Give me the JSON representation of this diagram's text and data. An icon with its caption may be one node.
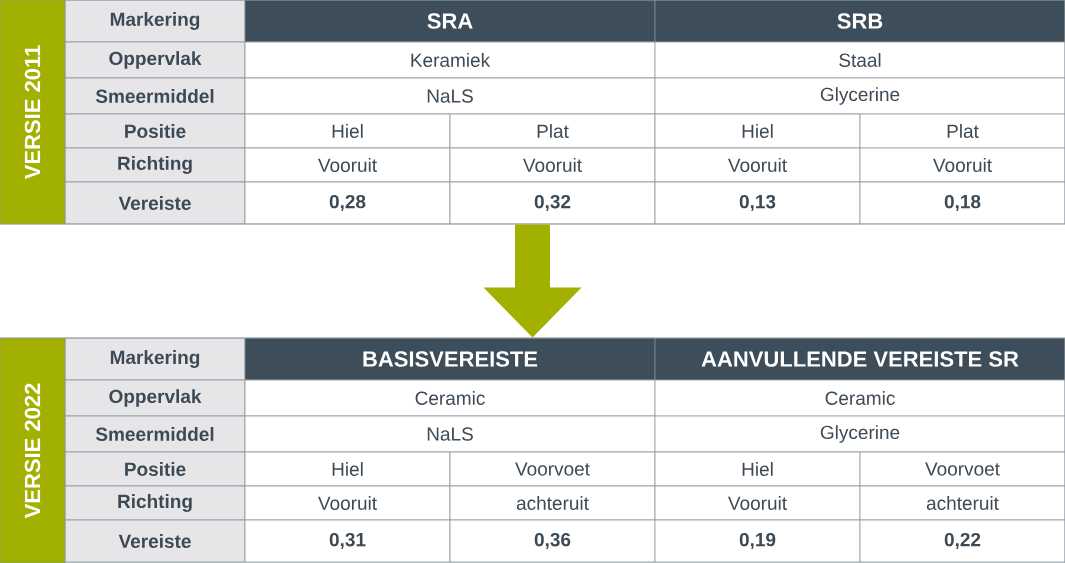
{
  "diagram": {
    "nodes": [
      {
        "text": [
          "VERSIE 2011"
        ]
      },
      {
        "text": [
          "VERSIE 2022"
        ]
      }
    ],
    "edges": [
      {
        "from": 0,
        "to": 1,
        "arrow": "to"
      }
    ],
    "labels": [
      "Markering",
      "SRA",
      "SRB",
      "Oppervlak",
      "Keramiek",
      "Staal",
      "Smeermiddel",
      "NaLS",
      "Glycerine",
      "Positie",
      "Hiel",
      "Plat",
      "Hiel",
      "Plat",
      "Richting",
      "Vooruit",
      "Vooruit",
      "Vooruit",
      "Vooruit",
      "Vereiste",
      "0,28",
      "0,32",
      "0,13",
      "0,18",
      "Markering",
      "BASISVEREISTE",
      "AANVULLENDE VEREISTE SR",
      "Oppervlak",
      "Ceramic",
      "Ceramic",
      "Smeermiddel",
      "NaLS",
      "Glycerine",
      "Positie",
      "Hiel",
      "Voorvoet",
      "Hiel",
      "Voorvoet",
      "Richting",
      "Vooruit",
      "achteruit",
      "Vooruit",
      "achteruit",
      "Vereiste",
      "0,31",
      "0,36",
      "0,19",
      "0,22"
    ]
  }
}
